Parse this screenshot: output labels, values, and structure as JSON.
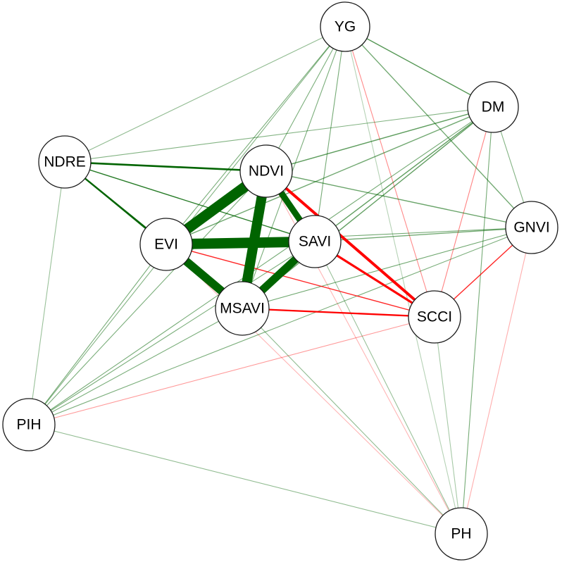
{
  "diagram": {
    "type": "correlation-network",
    "colors": {
      "positive": "#006400",
      "negative": "#ff0000",
      "node_fill": "#ffffff",
      "node_stroke": "#1a1a1a"
    },
    "nodes": [
      {
        "id": "YG",
        "label": "YG"
      },
      {
        "id": "DM",
        "label": "DM"
      },
      {
        "id": "NDRE",
        "label": "NDRE"
      },
      {
        "id": "NDVI",
        "label": "NDVI"
      },
      {
        "id": "GNVI",
        "label": "GNVI"
      },
      {
        "id": "EVI",
        "label": "EVI"
      },
      {
        "id": "SAVI",
        "label": "SAVI"
      },
      {
        "id": "MSAVI",
        "label": "MSAVI"
      },
      {
        "id": "SCCI",
        "label": "SCCI"
      },
      {
        "id": "PIH",
        "label": "PIH"
      },
      {
        "id": "PH",
        "label": "PH"
      }
    ],
    "edges": [
      {
        "source": "EVI",
        "target": "NDVI",
        "sign": "positive",
        "strength": 0.98
      },
      {
        "source": "EVI",
        "target": "SAVI",
        "sign": "positive",
        "strength": 0.98
      },
      {
        "source": "NDVI",
        "target": "MSAVI",
        "sign": "positive",
        "strength": 0.97
      },
      {
        "source": "EVI",
        "target": "MSAVI",
        "sign": "positive",
        "strength": 0.93
      },
      {
        "source": "SAVI",
        "target": "MSAVI",
        "sign": "positive",
        "strength": 0.92
      },
      {
        "source": "NDVI",
        "target": "SAVI",
        "sign": "positive",
        "strength": 0.88
      },
      {
        "source": "NDVI",
        "target": "SCCI",
        "sign": "negative",
        "strength": 0.72
      },
      {
        "source": "SAVI",
        "target": "SCCI",
        "sign": "negative",
        "strength": 0.62
      },
      {
        "source": "MSAVI",
        "target": "SCCI",
        "sign": "negative",
        "strength": 0.52
      },
      {
        "source": "EVI",
        "target": "SCCI",
        "sign": "negative",
        "strength": 0.45
      },
      {
        "source": "GNVI",
        "target": "SCCI",
        "sign": "negative",
        "strength": 0.45
      },
      {
        "source": "NDRE",
        "target": "NDVI",
        "sign": "positive",
        "strength": 0.55
      },
      {
        "source": "NDRE",
        "target": "EVI",
        "sign": "positive",
        "strength": 0.52
      },
      {
        "source": "NDRE",
        "target": "MSAVI",
        "sign": "positive",
        "strength": 0.48
      },
      {
        "source": "NDRE",
        "target": "SAVI",
        "sign": "positive",
        "strength": 0.45
      },
      {
        "source": "YG",
        "target": "DM",
        "sign": "positive",
        "strength": 0.36
      },
      {
        "source": "DM",
        "target": "NDVI",
        "sign": "positive",
        "strength": 0.34
      },
      {
        "source": "DM",
        "target": "SAVI",
        "sign": "positive",
        "strength": 0.34
      },
      {
        "source": "DM",
        "target": "MSAVI",
        "sign": "positive",
        "strength": 0.33
      },
      {
        "source": "DM",
        "target": "EVI",
        "sign": "positive",
        "strength": 0.3
      },
      {
        "source": "DM",
        "target": "GNVI",
        "sign": "positive",
        "strength": 0.22
      },
      {
        "source": "DM",
        "target": "SCCI",
        "sign": "negative",
        "strength": 0.22
      },
      {
        "source": "DM",
        "target": "NDRE",
        "sign": "positive",
        "strength": 0.22
      },
      {
        "source": "DM",
        "target": "PIH",
        "sign": "positive",
        "strength": 0.26
      },
      {
        "source": "DM",
        "target": "PH",
        "sign": "positive",
        "strength": 0.26
      },
      {
        "source": "YG",
        "target": "GNVI",
        "sign": "positive",
        "strength": 0.3
      },
      {
        "source": "YG",
        "target": "NDVI",
        "sign": "positive",
        "strength": 0.24
      },
      {
        "source": "YG",
        "target": "SAVI",
        "sign": "positive",
        "strength": 0.26
      },
      {
        "source": "YG",
        "target": "MSAVI",
        "sign": "positive",
        "strength": 0.24
      },
      {
        "source": "YG",
        "target": "EVI",
        "sign": "positive",
        "strength": 0.24
      },
      {
        "source": "YG",
        "target": "NDRE",
        "sign": "positive",
        "strength": 0.18
      },
      {
        "source": "YG",
        "target": "SCCI",
        "sign": "negative",
        "strength": 0.2
      },
      {
        "source": "YG",
        "target": "PIH",
        "sign": "positive",
        "strength": 0.22
      },
      {
        "source": "YG",
        "target": "PH",
        "sign": "positive",
        "strength": 0.08
      },
      {
        "source": "GNVI",
        "target": "NDVI",
        "sign": "positive",
        "strength": 0.32
      },
      {
        "source": "GNVI",
        "target": "SAVI",
        "sign": "positive",
        "strength": 0.3
      },
      {
        "source": "GNVI",
        "target": "EVI",
        "sign": "positive",
        "strength": 0.28
      },
      {
        "source": "GNVI",
        "target": "MSAVI",
        "sign": "positive",
        "strength": 0.28
      },
      {
        "source": "GNVI",
        "target": "PIH",
        "sign": "positive",
        "strength": 0.24
      },
      {
        "source": "GNVI",
        "target": "PH",
        "sign": "negative",
        "strength": 0.1
      },
      {
        "source": "PIH",
        "target": "EVI",
        "sign": "positive",
        "strength": 0.26
      },
      {
        "source": "PIH",
        "target": "NDVI",
        "sign": "positive",
        "strength": 0.24
      },
      {
        "source": "PIH",
        "target": "SAVI",
        "sign": "positive",
        "strength": 0.24
      },
      {
        "source": "PIH",
        "target": "MSAVI",
        "sign": "positive",
        "strength": 0.24
      },
      {
        "source": "PIH",
        "target": "NDRE",
        "sign": "positive",
        "strength": 0.16
      },
      {
        "source": "PIH",
        "target": "SCCI",
        "sign": "negative",
        "strength": 0.16
      },
      {
        "source": "PIH",
        "target": "PH",
        "sign": "positive",
        "strength": 0.18
      },
      {
        "source": "PH",
        "target": "MSAVI",
        "sign": "positive",
        "strength": 0.18
      },
      {
        "source": "PH",
        "target": "SAVI",
        "sign": "positive",
        "strength": 0.16
      },
      {
        "source": "PH",
        "target": "NDVI",
        "sign": "negative",
        "strength": 0.08
      },
      {
        "source": "PH",
        "target": "EVI",
        "sign": "negative",
        "strength": 0.08
      },
      {
        "source": "PH",
        "target": "SCCI",
        "sign": "positive",
        "strength": 0.12
      }
    ]
  }
}
